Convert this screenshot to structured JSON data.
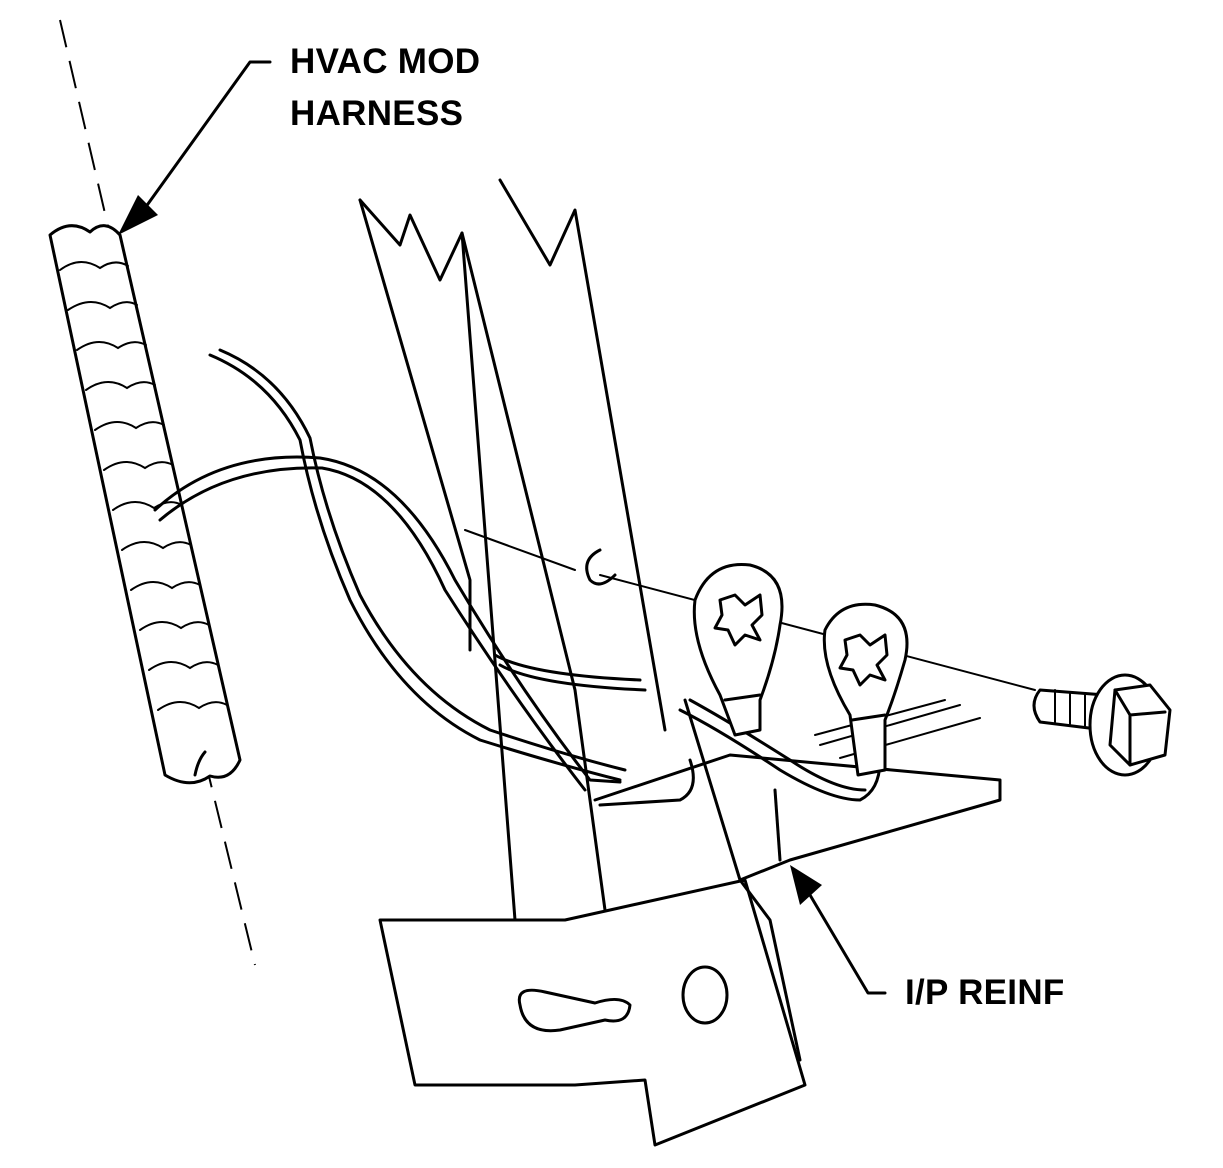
{
  "labels": {
    "hvac_line1": "HVAC MOD",
    "hvac_line2": "HARNESS",
    "ip_reinf": "I/P REINF"
  },
  "colors": {
    "ink": "#000000",
    "paper": "#ffffff"
  },
  "icons": {
    "bolt": "hex-flange-bolt-icon",
    "terminal": "ring-terminal-icon",
    "harness": "wire-harness-icon",
    "arrow": "leader-arrowhead-icon"
  }
}
